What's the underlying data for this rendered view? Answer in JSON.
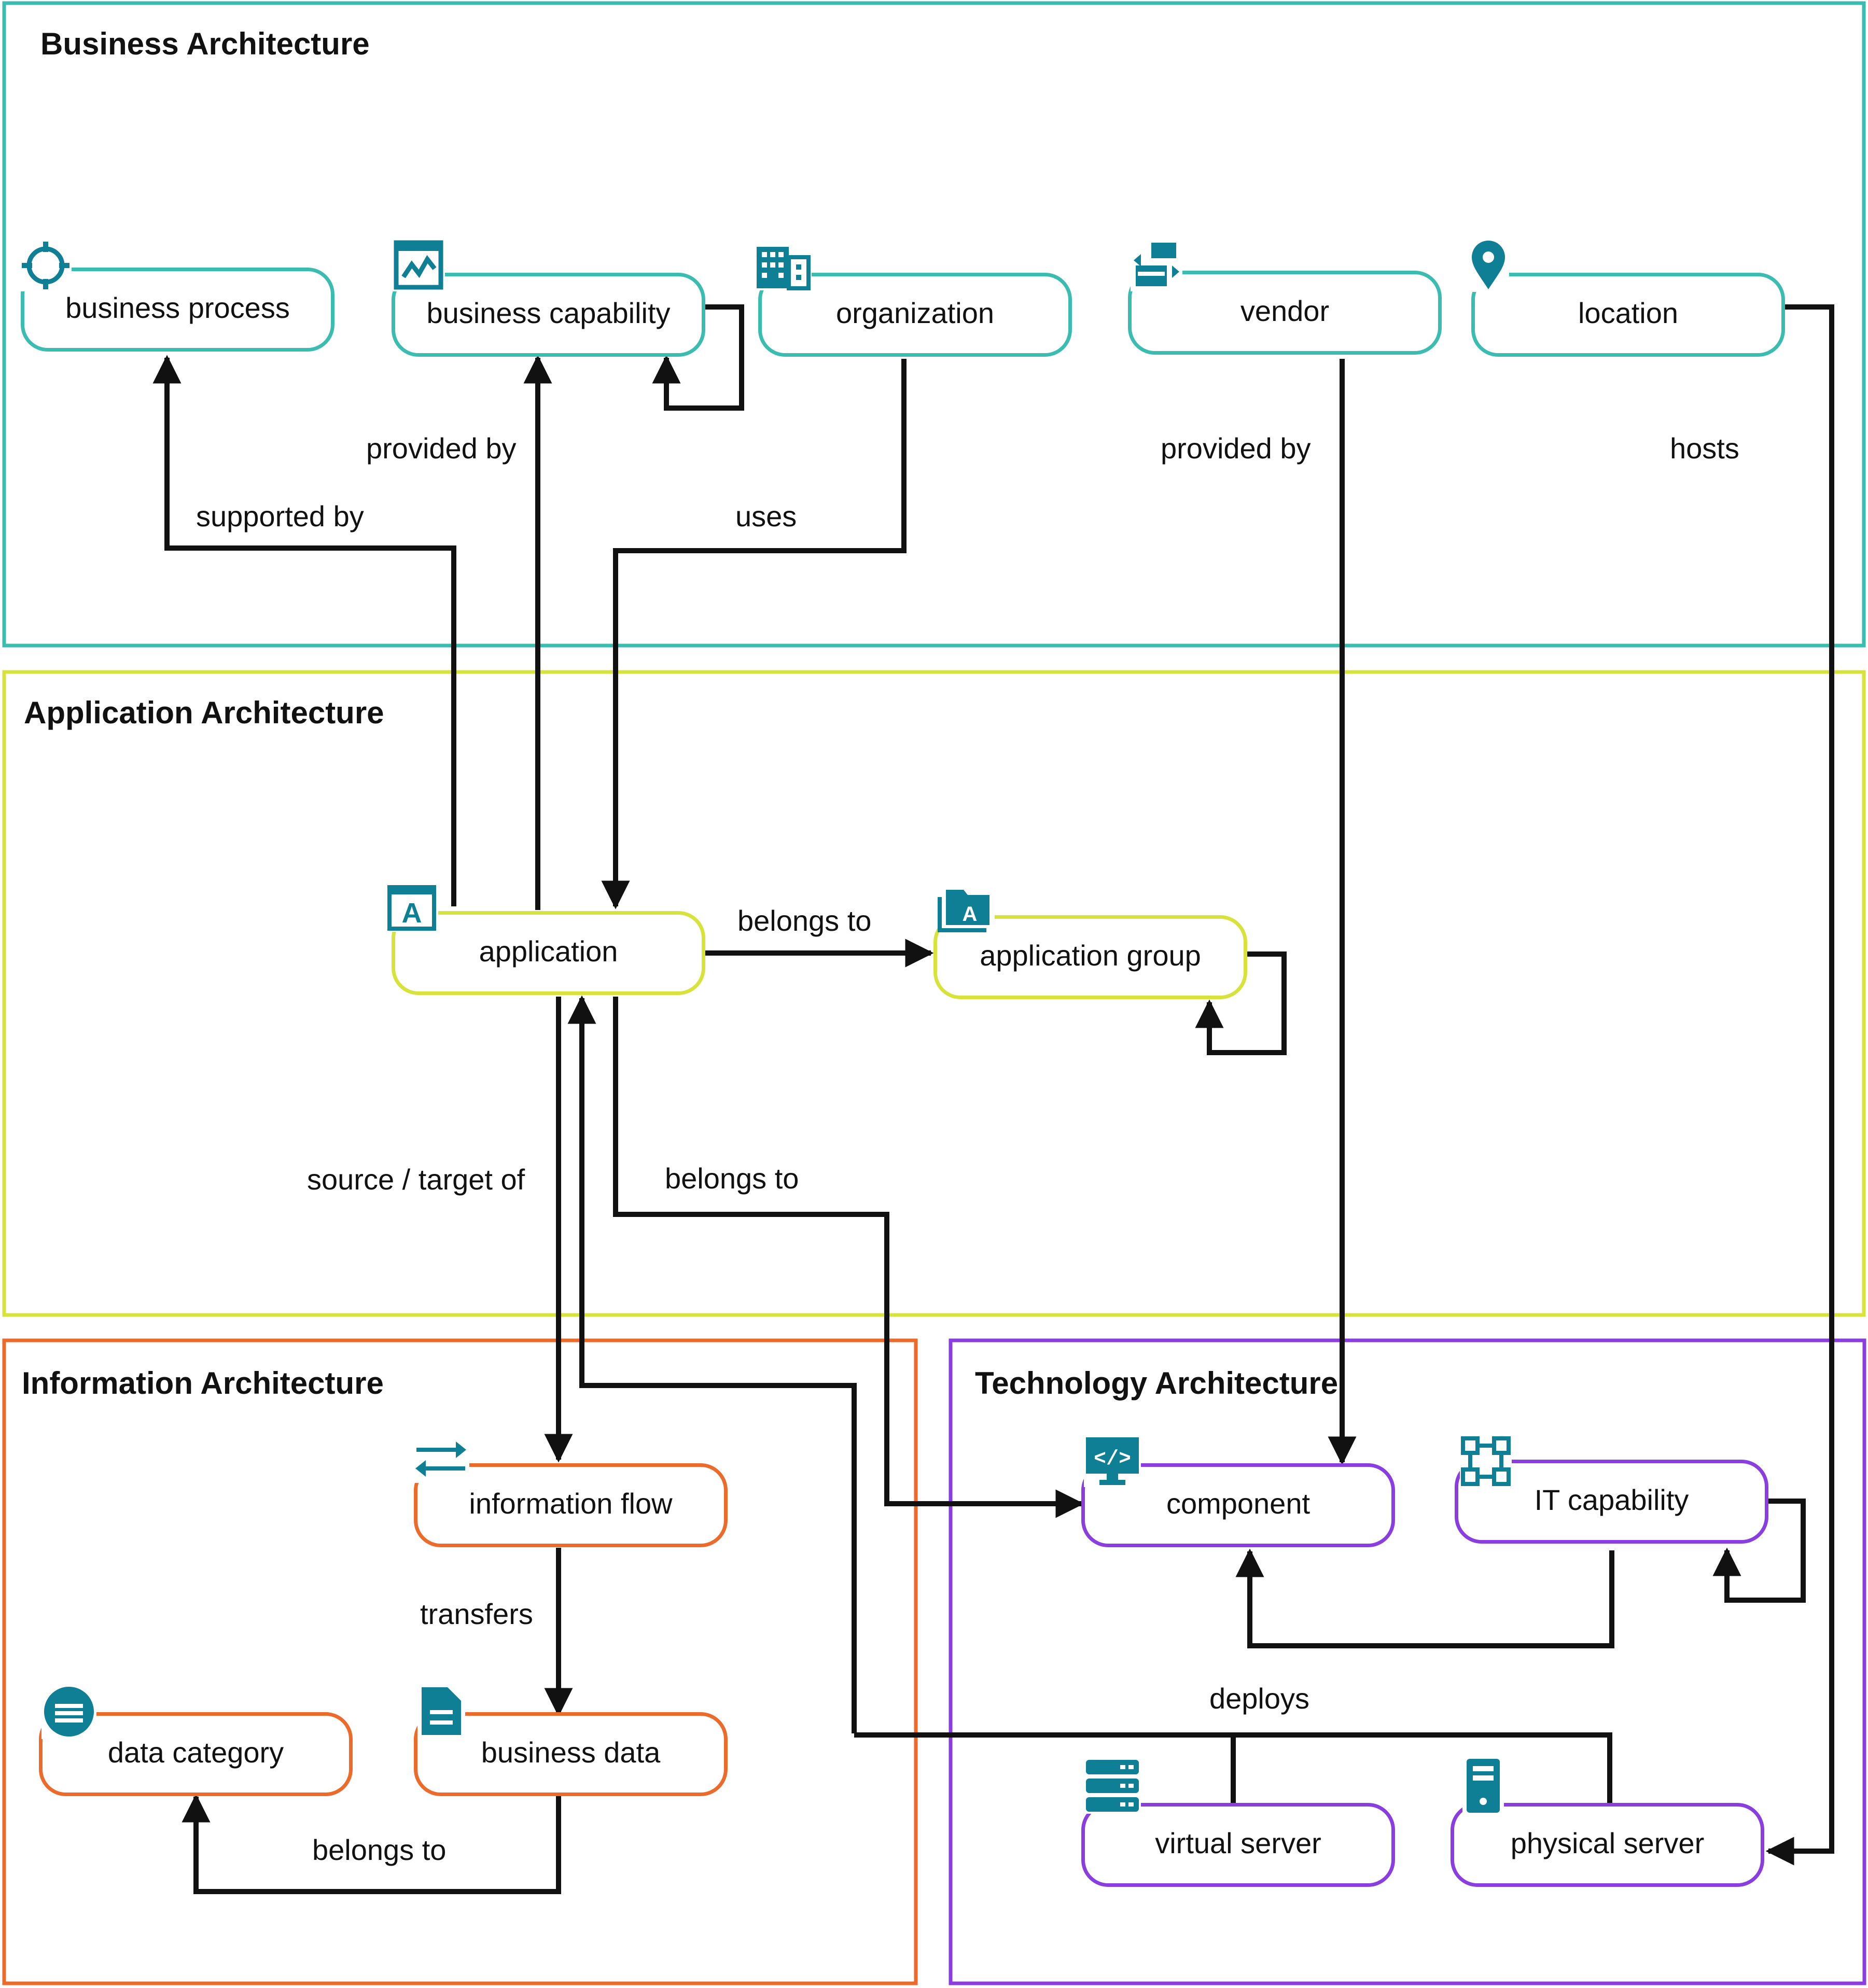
{
  "colors": {
    "business": "#3bbcb1",
    "application": "#d7e33a",
    "information": "#ec6a2a",
    "technology": "#8a3ee0",
    "icon": "#0f7f95",
    "edge": "#111111"
  },
  "layers": {
    "business": {
      "title": "Business Architecture"
    },
    "application": {
      "title": "Application Architecture"
    },
    "information": {
      "title": "Information Architecture"
    },
    "technology": {
      "title": "Technology Architecture"
    }
  },
  "nodes": {
    "business_process": {
      "label": "business process",
      "icon": "target-icon"
    },
    "business_capability": {
      "label": "business capability",
      "icon": "chart-icon"
    },
    "organization": {
      "label": "organization",
      "icon": "building-icon"
    },
    "vendor": {
      "label": "vendor",
      "icon": "vendor-icon"
    },
    "location": {
      "label": "location",
      "icon": "map-pin-icon"
    },
    "application": {
      "label": "application",
      "icon": "application-icon"
    },
    "application_group": {
      "label": "application group",
      "icon": "folder-icon"
    },
    "information_flow": {
      "label": "information flow",
      "icon": "swap-arrows-icon"
    },
    "business_data": {
      "label": "business data",
      "icon": "document-icon"
    },
    "data_category": {
      "label": "data category",
      "icon": "list-circle-icon"
    },
    "component": {
      "label": "component",
      "icon": "monitor-code-icon"
    },
    "it_capability": {
      "label": "IT capability",
      "icon": "nodes-icon"
    },
    "virtual_server": {
      "label": "virtual server",
      "icon": "server-stack-icon"
    },
    "physical_server": {
      "label": "physical server",
      "icon": "server-tower-icon"
    }
  },
  "edges": {
    "provided_by_capability": "provided by",
    "supported_by": "supported by",
    "uses": "uses",
    "provided_by_vendor": "provided by",
    "hosts": "hosts",
    "belongs_to_group": "belongs to",
    "source_target_of": "source / target of",
    "belongs_to_component": "belongs to",
    "transfers": "transfers",
    "belongs_to_category": "belongs to",
    "deploys": "deploys"
  }
}
